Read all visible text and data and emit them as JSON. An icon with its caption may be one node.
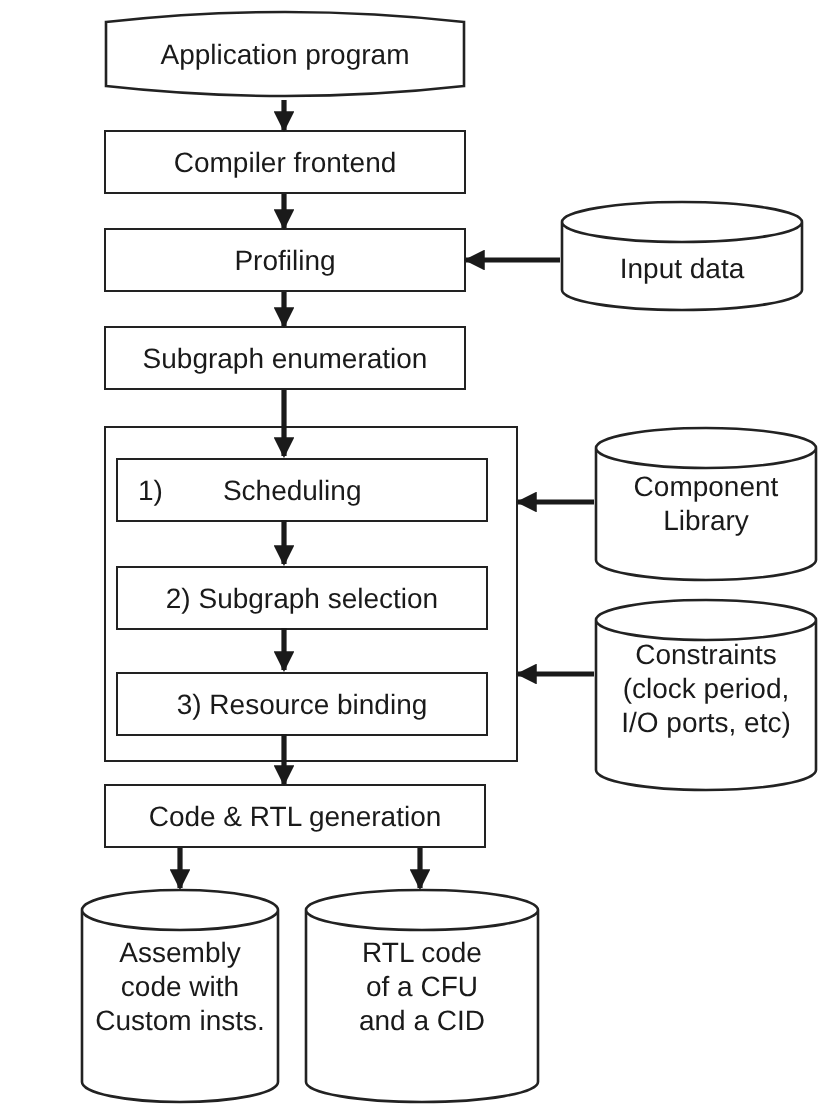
{
  "diagram": {
    "nodes": [
      {
        "text": [
          "Application program"
        ]
      },
      {
        "text": [
          "Compiler frontend"
        ]
      },
      {
        "text": [
          "Profiling"
        ]
      },
      {
        "text": [
          "Input data"
        ]
      },
      {
        "text": [
          "Subgraph enumeration"
        ]
      },
      {
        "text": [],
        "shape": "box"
      },
      {
        "text": [
          "1)",
          "Scheduling"
        ],
        "in": 5
      },
      {
        "text": [
          "2) Subgraph selection"
        ],
        "in": 5
      },
      {
        "text": [
          "3) Resource binding"
        ],
        "in": 5
      },
      {
        "text": [
          "Component Library"
        ]
      },
      {
        "text": [
          "Constraints (clock period, I/O ports, etc)"
        ]
      },
      {
        "text": [
          "Code & RTL generation"
        ]
      },
      {
        "text": [
          "Assembly code with Custom insts."
        ]
      },
      {
        "text": [
          "RTL code of a CFU and a CID"
        ]
      }
    ],
    "edges": [
      {
        "from": 0,
        "to": 1,
        "arrow": "to"
      },
      {
        "from": 1,
        "to": 2,
        "arrow": "to"
      },
      {
        "from": 3,
        "to": 2,
        "arrow": "to"
      },
      {
        "from": 2,
        "to": 4,
        "arrow": "to"
      },
      {
        "from": 4,
        "to": 6,
        "arrow": "to"
      },
      {
        "from": 6,
        "to": 7,
        "arrow": "to"
      },
      {
        "from": 7,
        "to": 8,
        "arrow": "to"
      },
      {
        "from": 9,
        "to": 5,
        "arrow": "to"
      },
      {
        "from": 10,
        "to": 5,
        "arrow": "to"
      },
      {
        "from": 8,
        "to": 11,
        "arrow": "to"
      },
      {
        "from": 11,
        "to": 12,
        "arrow": "to"
      },
      {
        "from": 11,
        "to": 13,
        "arrow": "to"
      }
    ]
  }
}
